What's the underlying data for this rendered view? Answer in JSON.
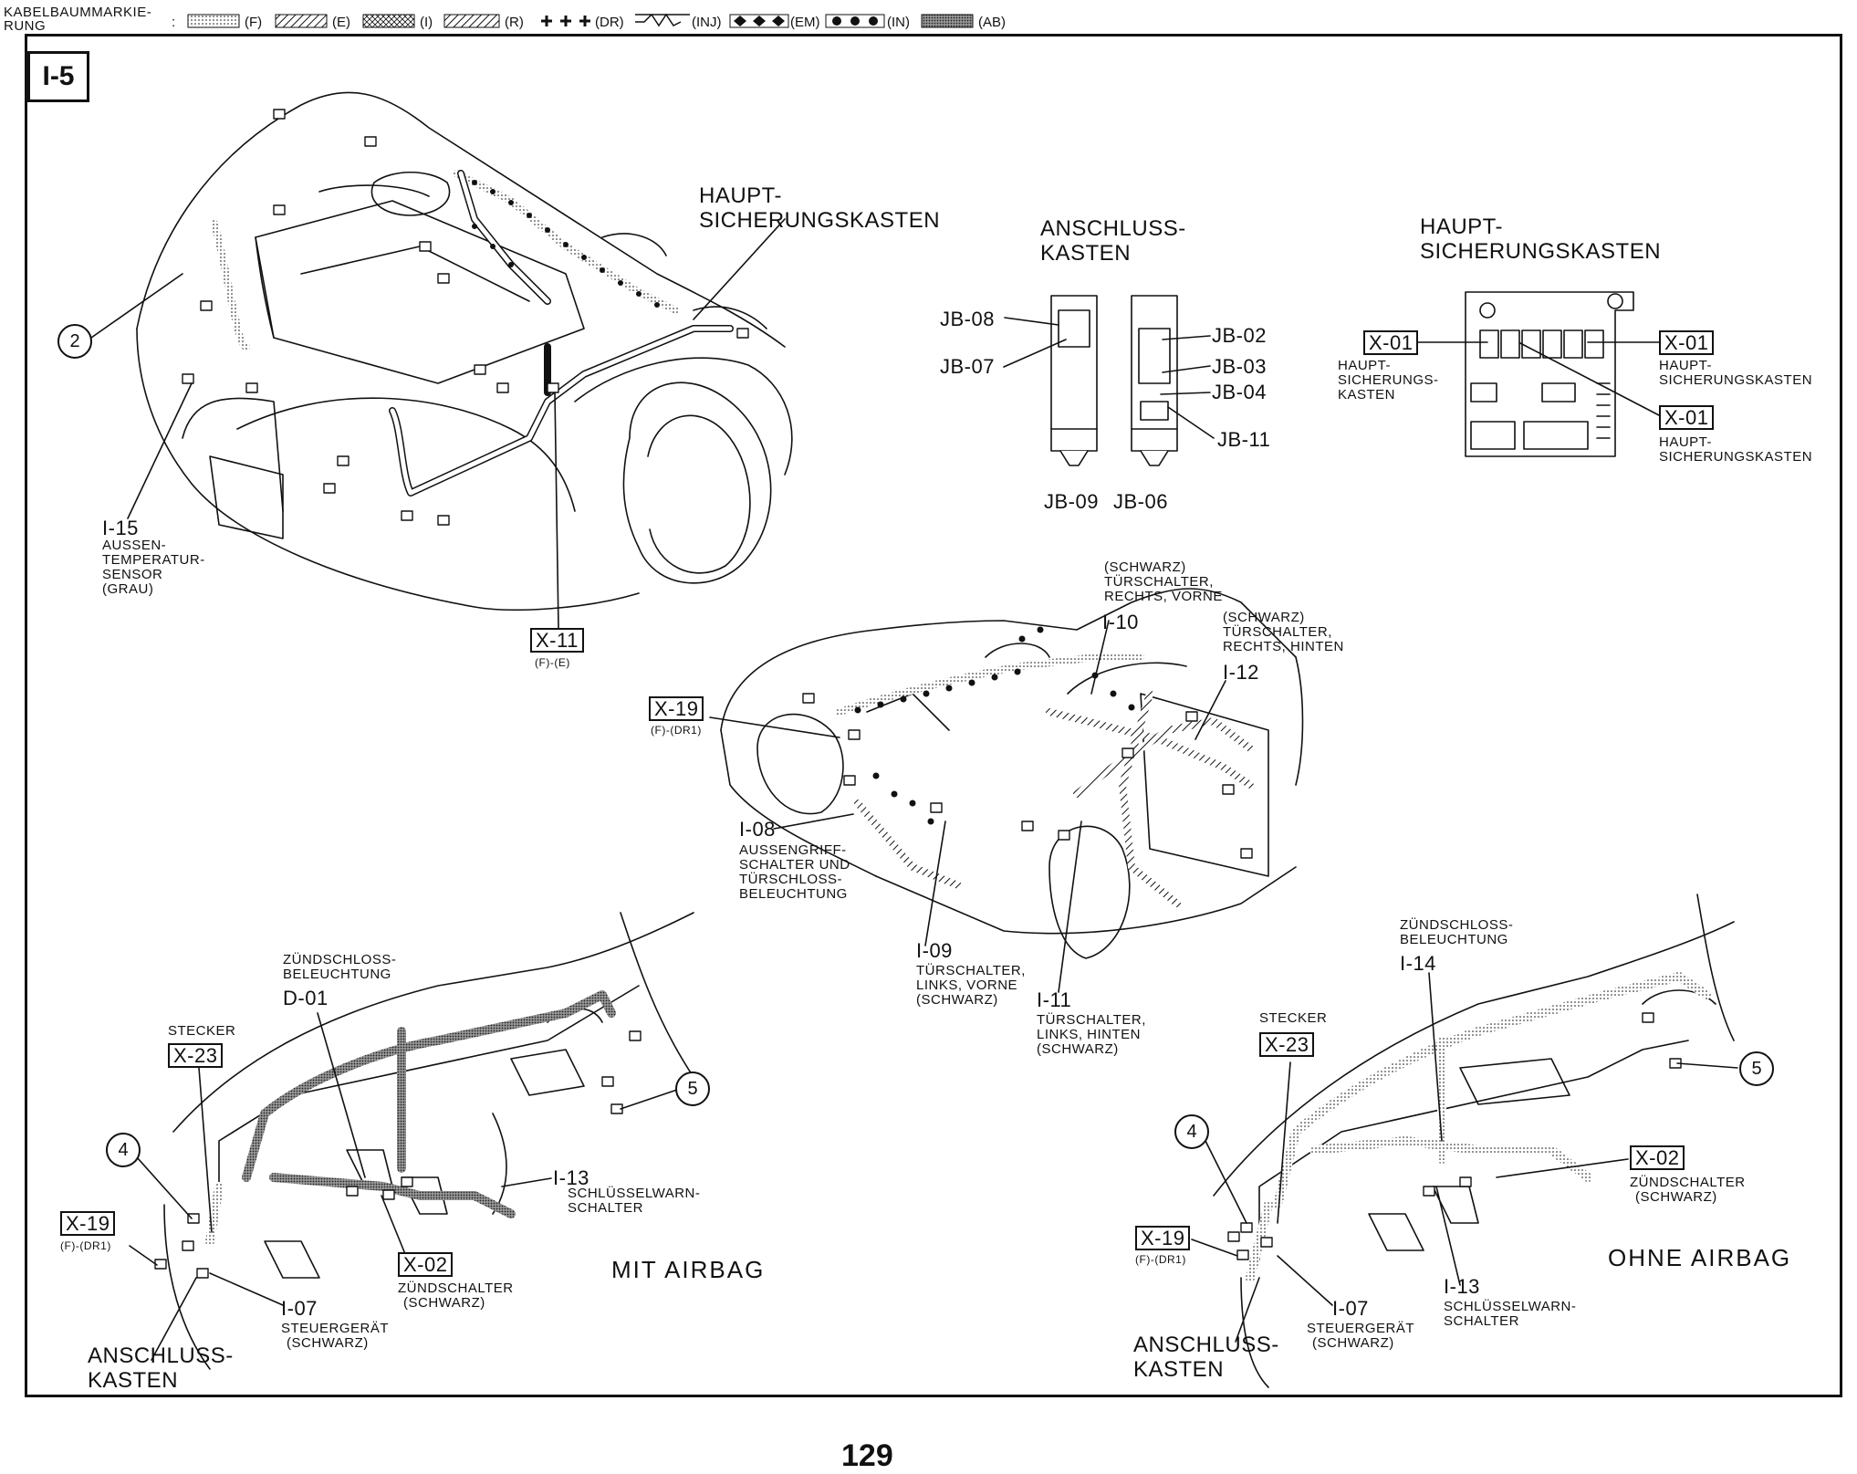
{
  "legend": {
    "title_line1": "KABELBAUMMARKIE-",
    "title_line2": "RUNG",
    "separator": ":",
    "codes": [
      "(F)",
      "(E)",
      "(I)",
      "(R)",
      "(DR)",
      "(INJ)",
      "(EM)",
      "(IN)",
      "(AB)"
    ]
  },
  "page_label": "I-5",
  "page_number": "129",
  "engine_bay": {
    "haupt_line1": "HAUPT-",
    "haupt_line2": "SICHERUNGSKASTEN",
    "callout_2": "2",
    "i15_code": "I-15",
    "i15_line1": "AUSSEN-",
    "i15_line2": "TEMPERATUR-",
    "i15_line3": "SENSOR",
    "i15_line4": "(GRAU)",
    "x11_code": "X-11",
    "x11_sub": "(F)-(E)"
  },
  "junction_box": {
    "title_line1": "ANSCHLUSS-",
    "title_line2": "KASTEN",
    "jb08": "JB-08",
    "jb07": "JB-07",
    "jb02": "JB-02",
    "jb03": "JB-03",
    "jb04": "JB-04",
    "jb11": "JB-11",
    "jb09": "JB-09",
    "jb06": "JB-06"
  },
  "fuse_box": {
    "title_line1": "HAUPT-",
    "title_line2": "SICHERUNGSKASTEN",
    "x01": "X-01",
    "left_line1": "HAUPT-",
    "left_line2": "SICHERUNGS-",
    "left_line3": "KASTEN",
    "right_line1": "HAUPT-",
    "right_line2": "SICHERUNGSKASTEN"
  },
  "body": {
    "i10_color": "(SCHWARZ)",
    "i10_line1": "TÜRSCHALTER,",
    "i10_line2": "RECHTS, VORNE",
    "i10_code": "I-10",
    "i12_color": "(SCHWARZ)",
    "i12_line1": "TÜRSCHALTER,",
    "i12_line2": "RECHTS, HINTEN",
    "i12_code": "I-12",
    "x19_code": "X-19",
    "x19_sub": "(F)-(DR1)",
    "i08_code": "I-08",
    "i08_line1": "AUSSENGRIFF-",
    "i08_line2": "SCHALTER UND",
    "i08_line3": "TÜRSCHLOSS-",
    "i08_line4": "BELEUCHTUNG",
    "i09_code": "I-09",
    "i09_line1": "TÜRSCHALTER,",
    "i09_line2": "LINKS, VORNE",
    "i09_line3": "(SCHWARZ)",
    "i11_code": "I-11",
    "i11_line1": "TÜRSCHALTER,",
    "i11_line2": "LINKS, HINTEN",
    "i11_line3": "(SCHWARZ)"
  },
  "dash_left": {
    "title": "MIT AIRBAG",
    "d01_line1": "ZÜNDSCHLOSS-",
    "d01_line2": "BELEUCHTUNG",
    "d01_code": "D-01",
    "stecker": "STECKER",
    "x23": "X-23",
    "c4": "4",
    "c5": "5",
    "x19": "X-19",
    "x19_sub": "(F)-(DR1)",
    "i13_code": "I-13",
    "i13_line1": "SCHLÜSSELWARN-",
    "i13_line2": "SCHALTER",
    "x02": "X-02",
    "x02_line1": "ZÜNDSCHALTER",
    "x02_line2": "(SCHWARZ)",
    "i07_code": "I-07",
    "i07_line1": "STEUERGERÄT",
    "i07_line2": "(SCHWARZ)",
    "ak_line1": "ANSCHLUSS-",
    "ak_line2": "KASTEN"
  },
  "dash_right": {
    "title": "OHNE AIRBAG",
    "i14_line1": "ZÜNDSCHLOSS-",
    "i14_line2": "BELEUCHTUNG",
    "i14_code": "I-14",
    "stecker": "STECKER",
    "x23": "X-23",
    "c4": "4",
    "c5": "5",
    "x02": "X-02",
    "x02_line1": "ZÜNDSCHALTER",
    "x02_line2": "(SCHWARZ)",
    "x19": "X-19",
    "x19_sub": "(F)-(DR1)",
    "i07_code": "I-07",
    "i07_line1": "STEUERGERÄT",
    "i07_line2": "(SCHWARZ)",
    "i13_code": "I-13",
    "i13_line1": "SCHLÜSSELWARN-",
    "i13_line2": "SCHALTER",
    "ak_line1": "ANSCHLUSS-",
    "ak_line2": "KASTEN"
  }
}
